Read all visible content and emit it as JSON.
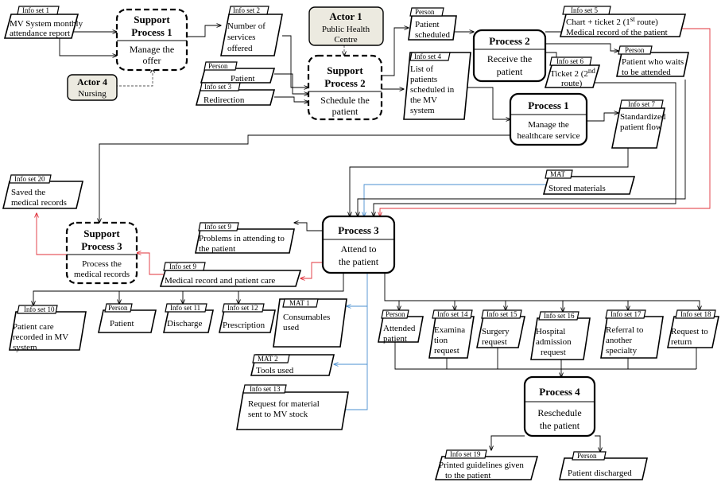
{
  "actors": {
    "a1_title": "Actor 1",
    "a1_l1": "Public Health",
    "a1_l2": "Centre",
    "a4_title": "Actor 4",
    "a4_l1": "Nursing"
  },
  "processes": {
    "sp1_t1": "Support",
    "sp1_t2": "Process 1",
    "sp1_d1": "Manage the",
    "sp1_d2": "offer",
    "sp2_t1": "Support",
    "sp2_t2": "Process 2",
    "sp2_d1": "Schedule the",
    "sp2_d2": "patient",
    "sp3_t1": "Support",
    "sp3_t2": "Process 3",
    "sp3_d1": "Process the",
    "sp3_d2": "medical records",
    "p1_t": "Process 1",
    "p1_d1": "Manage the",
    "p1_d2": "healthcare service",
    "p2_t": "Process 2",
    "p2_d1": "Receive the",
    "p2_d2": "patient",
    "p3_t": "Process 3",
    "p3_d1": "Attend  to",
    "p3_d2": "the patient",
    "p4_t": "Process 4",
    "p4_d1": "Reschedule",
    "p4_d2": "the patient"
  },
  "items": {
    "is1_tag": "Info set 1",
    "is1_l1": "MV System monthly",
    "is1_l2": "attendance report",
    "is2_tag": "Info set 2",
    "is2_l1": "Number of",
    "is2_l2": "services",
    "is2_l3": "offered",
    "pp1_tag": "Person",
    "pp1_l1": "Patient",
    "is3_tag": "Info set 3",
    "is3_l1": "Redirection",
    "pp2_tag": "Person",
    "pp2_l1": "Patient",
    "pp2_l2": "scheduled",
    "is4_tag": "Info set 4",
    "is4_l1": "List of",
    "is4_l2": "patients",
    "is4_l3": "scheduled in",
    "is4_l4": "the MV",
    "is4_l5": "system",
    "is5_tag": "Info set 5",
    "is5_l1a": "Chart + ticket 2 (1",
    "is5_l1sup": "st",
    "is5_l1b": " route)",
    "is5_l2": "Medical record of the patient",
    "is6_tag": "Info set 6",
    "is6_l1a": "Ticket 2 (2",
    "is6_l1sup": "nd",
    "is6_l2": "route)",
    "pp3_tag": "Person",
    "pp3_l1": "Patient who waits",
    "pp3_l2": "to be attended",
    "is7_tag": "Info set 7",
    "is7_l1": "Standardized",
    "is7_l2": "patient flow",
    "mat_tag": "MAT",
    "mat_l1": "Stored materials",
    "is20_tag": "Info set 20",
    "is20_l1": "Saved the",
    "is20_l2": "medical records",
    "is9a_tag": "Info set 9",
    "is9a_l1": "Problems in attending to",
    "is9a_l2": "the patient",
    "is9b_tag": "Info set 9",
    "is9b_l1": "Medical record and patient care",
    "is10_tag": "Info set 10",
    "is10_l1": "Patient care",
    "is10_l2": "recorded in MV",
    "is10_l3": "system",
    "pp4_tag": "Person",
    "pp4_l1": "Patient",
    "is11_tag": "Info set 11",
    "is11_l1": "Discharge",
    "is12_tag": "Info set 12",
    "is12_l1": "Prescription",
    "mat1_tag": "MAT 1",
    "mat1_l1": "Consumables",
    "mat1_l2": "used",
    "mat2_tag": "MAT 2",
    "mat2_l1": "Tools used",
    "is13_tag": "Info set 13",
    "is13_l1": "Request for material",
    "is13_l2": "sent  to MV stock",
    "pp5_tag": "Person",
    "pp5_l1": "Attended",
    "pp5_l2": "patient",
    "is14_tag": "Info set 14",
    "is14_l1": "Examina",
    "is14_l2": "tion",
    "is14_l3": "request",
    "is15_tag": "Info set 15",
    "is15_l1": "Surgery",
    "is15_l2": "request",
    "is16_tag": "Info set 16",
    "is16_l1": "Hospital",
    "is16_l2": "admission",
    "is16_l3": "request",
    "is17_tag": "Info set 17",
    "is17_l1": "Referral to",
    "is17_l2": "another",
    "is17_l3": "specialty",
    "is18_tag": "Info set 18",
    "is18_l1": "Request to",
    "is18_l2": "return",
    "is19_tag": "Info set 19",
    "is19_l1": "Printed guidelines given",
    "is19_l2": "to the patient",
    "pp6_tag": "Person",
    "pp6_l1": "Patient discharged"
  }
}
